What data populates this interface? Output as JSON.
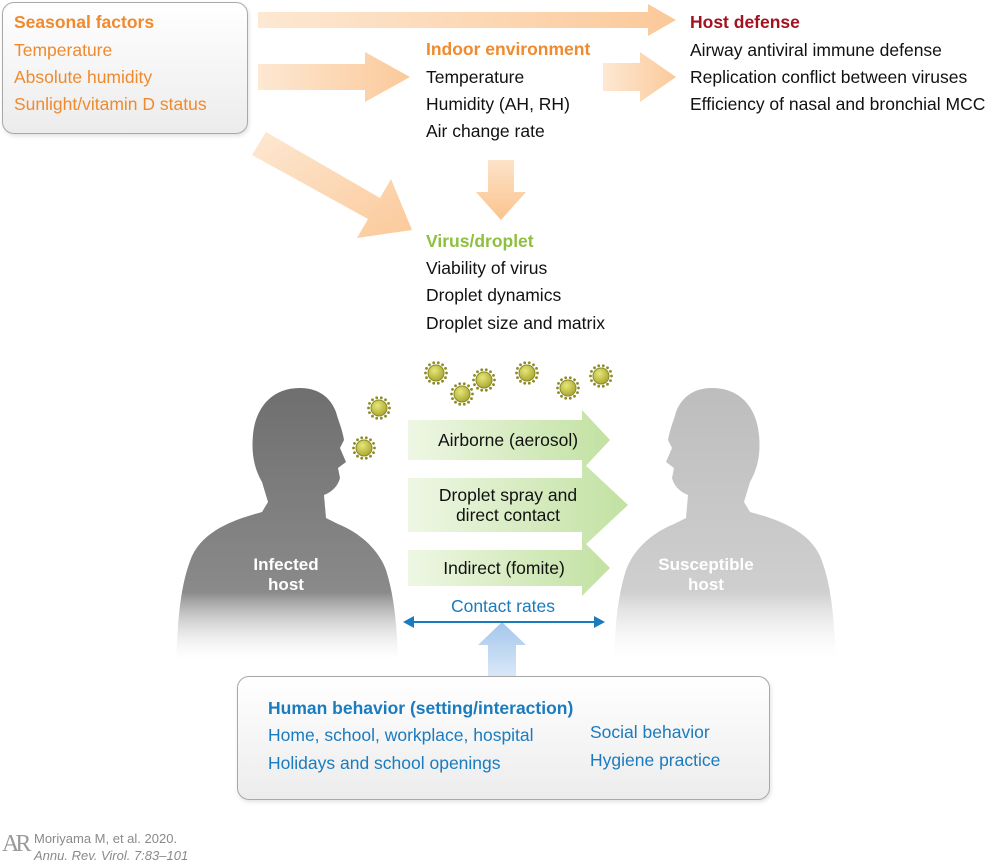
{
  "seasonal": {
    "title": "Seasonal factors",
    "items": [
      "Temperature",
      "Absolute humidity",
      "Sunlight/vitamin D status"
    ]
  },
  "indoor": {
    "title": "Indoor environment",
    "items": [
      "Temperature",
      "Humidity (AH, RH)",
      "Air change rate"
    ]
  },
  "host_defense": {
    "title": "Host defense",
    "items": [
      "Airway antiviral immune defense",
      "Replication conflict between viruses",
      "Efficiency of nasal and bronchial MCC"
    ]
  },
  "virus": {
    "title": "Virus/droplet",
    "items": [
      "Viability of virus",
      "Droplet dynamics",
      "Droplet size and matrix"
    ]
  },
  "transmission": {
    "airborne": "Airborne (aerosol)",
    "droplet_line1": "Droplet spray and",
    "droplet_line2": "direct contact",
    "indirect": "Indirect (fomite)",
    "contact_rates": "Contact rates"
  },
  "hosts": {
    "infected_line1": "Infected",
    "infected_line2": "host",
    "susceptible_line1": "Susceptible",
    "susceptible_line2": "host"
  },
  "behavior": {
    "title": "Human behavior (setting/interaction)",
    "left_items": [
      "Home, school, workplace, hospital",
      "Holidays and school openings"
    ],
    "right_items": [
      "Social behavior",
      "Hygiene practice"
    ]
  },
  "citation": {
    "logo": "AR",
    "line1": "Moriyama M, et al. 2020.",
    "line2": "Annu. Rev. Virol. 7:83–101"
  },
  "colors": {
    "seasonal": "#ef8a2e",
    "host_defense": "#a3121f",
    "virus": "#8dc03f",
    "behavior": "#1a7bbf",
    "arrow_orange": "#fbc99a",
    "arrow_green": "#c5e3a6",
    "arrow_blue": "#a9c9ec",
    "infected_silhouette": "#7c7c7c",
    "susceptible_silhouette": "#c4c4c4"
  }
}
